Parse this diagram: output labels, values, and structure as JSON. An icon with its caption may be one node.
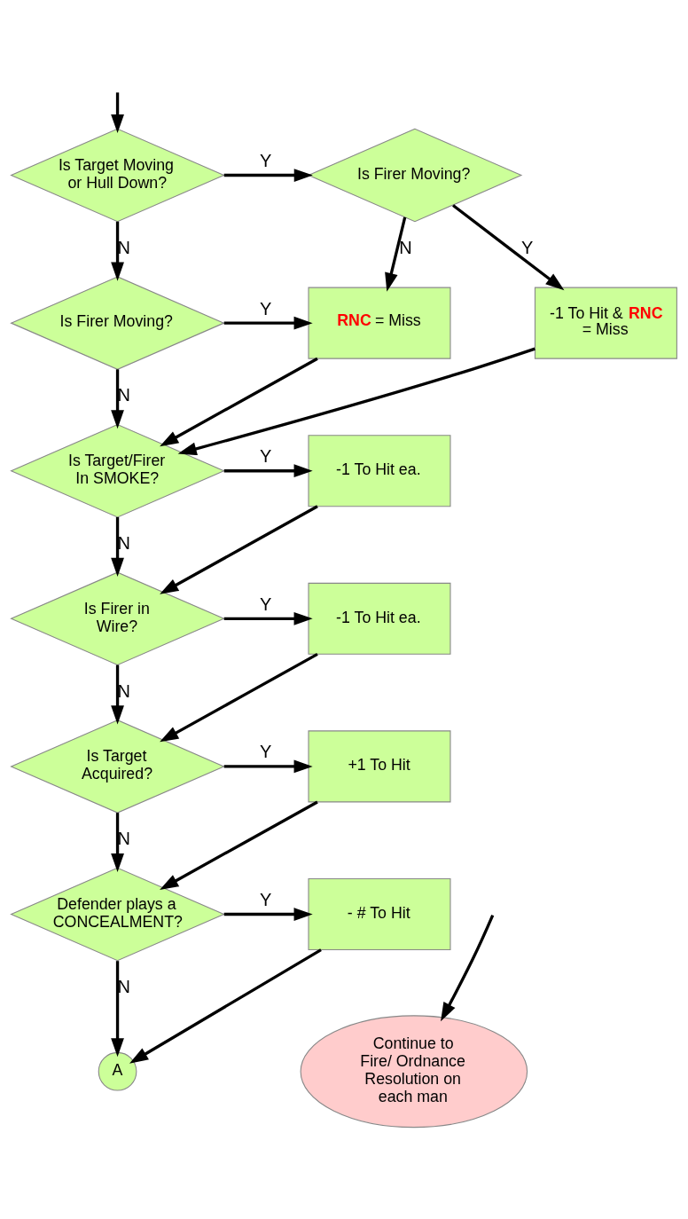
{
  "diagram": {
    "nodes": [
      {
        "text": [
          "Is Target Moving or Hull Down?"
        ]
      },
      {
        "text": [
          "Is Firer Moving?"
        ]
      },
      {
        "text": [
          "Is Firer Moving?"
        ]
      },
      {
        "text": [
          "**RNC** = Miss"
        ]
      },
      {
        "text": [
          "-1 To Hit & **RNC** = Miss"
        ]
      },
      {
        "text": [
          "Is Target/Firer In SMOKE?"
        ]
      },
      {
        "text": [
          "-1 To Hit ea."
        ]
      },
      {
        "text": [
          "Is Firer in Wire?"
        ]
      },
      {
        "text": [
          "-1 To Hit ea."
        ]
      },
      {
        "text": [
          "Is Target Acquired?"
        ]
      },
      {
        "text": [
          "+1 To Hit"
        ]
      },
      {
        "text": [
          "Defender plays a CONCEALMENT?"
        ]
      },
      {
        "text": [
          "- # To Hit"
        ]
      },
      {
        "text": [
          "A"
        ]
      },
      {
        "text": [
          "Continue to Fire/ Ordnance Resolution on each man"
        ]
      }
    ],
    "edges": [
      {
        "from": null,
        "to": 0,
        "arrow": "to"
      },
      {
        "from": 0,
        "to": 1,
        "arrow": "to",
        "label": "Y"
      },
      {
        "from": 0,
        "to": 2,
        "arrow": "to",
        "label": "N"
      },
      {
        "from": 1,
        "to": 3,
        "arrow": "to",
        "label": "N"
      },
      {
        "from": 1,
        "to": 4,
        "arrow": "to",
        "label": "Y"
      },
      {
        "from": 2,
        "to": 3,
        "arrow": "to",
        "label": "Y"
      },
      {
        "from": 2,
        "to": 5,
        "arrow": "to",
        "label": "N"
      },
      {
        "from": 3,
        "to": 5,
        "arrow": "to"
      },
      {
        "from": 4,
        "to": 5,
        "arrow": "to"
      },
      {
        "from": 5,
        "to": 6,
        "arrow": "to",
        "label": "Y"
      },
      {
        "from": 5,
        "to": 7,
        "arrow": "to",
        "label": "N"
      },
      {
        "from": 6,
        "to": 7,
        "arrow": "to"
      },
      {
        "from": 7,
        "to": 8,
        "arrow": "to",
        "label": "Y"
      },
      {
        "from": 7,
        "to": 9,
        "arrow": "to",
        "label": "N"
      },
      {
        "from": 8,
        "to": 9,
        "arrow": "to"
      },
      {
        "from": 9,
        "to": 10,
        "arrow": "to",
        "label": "Y"
      },
      {
        "from": 9,
        "to": 11,
        "arrow": "to",
        "label": "N"
      },
      {
        "from": 10,
        "to": 11,
        "arrow": "to"
      },
      {
        "from": 11,
        "to": 12,
        "arrow": "to",
        "label": "Y"
      },
      {
        "from": 11,
        "to": 13,
        "arrow": "to",
        "label": "N"
      },
      {
        "from": 12,
        "to": 13,
        "arrow": "to"
      },
      {
        "from": null,
        "to": 14,
        "arrow": "to"
      }
    ]
  }
}
